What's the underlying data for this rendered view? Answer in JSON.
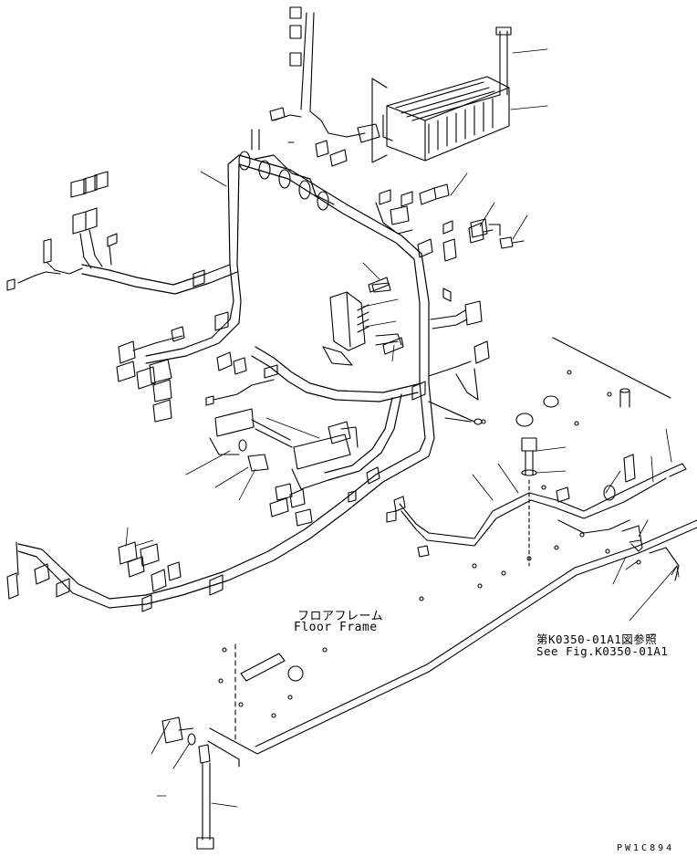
{
  "labels": {
    "floor_frame_jp": "フロアフレーム",
    "floor_frame_en": "Floor Frame",
    "ref_jp": "第K0350-01A1図参照",
    "ref_en": "See Fig.K0350-01A1",
    "drawing_code": "PW1C894"
  }
}
